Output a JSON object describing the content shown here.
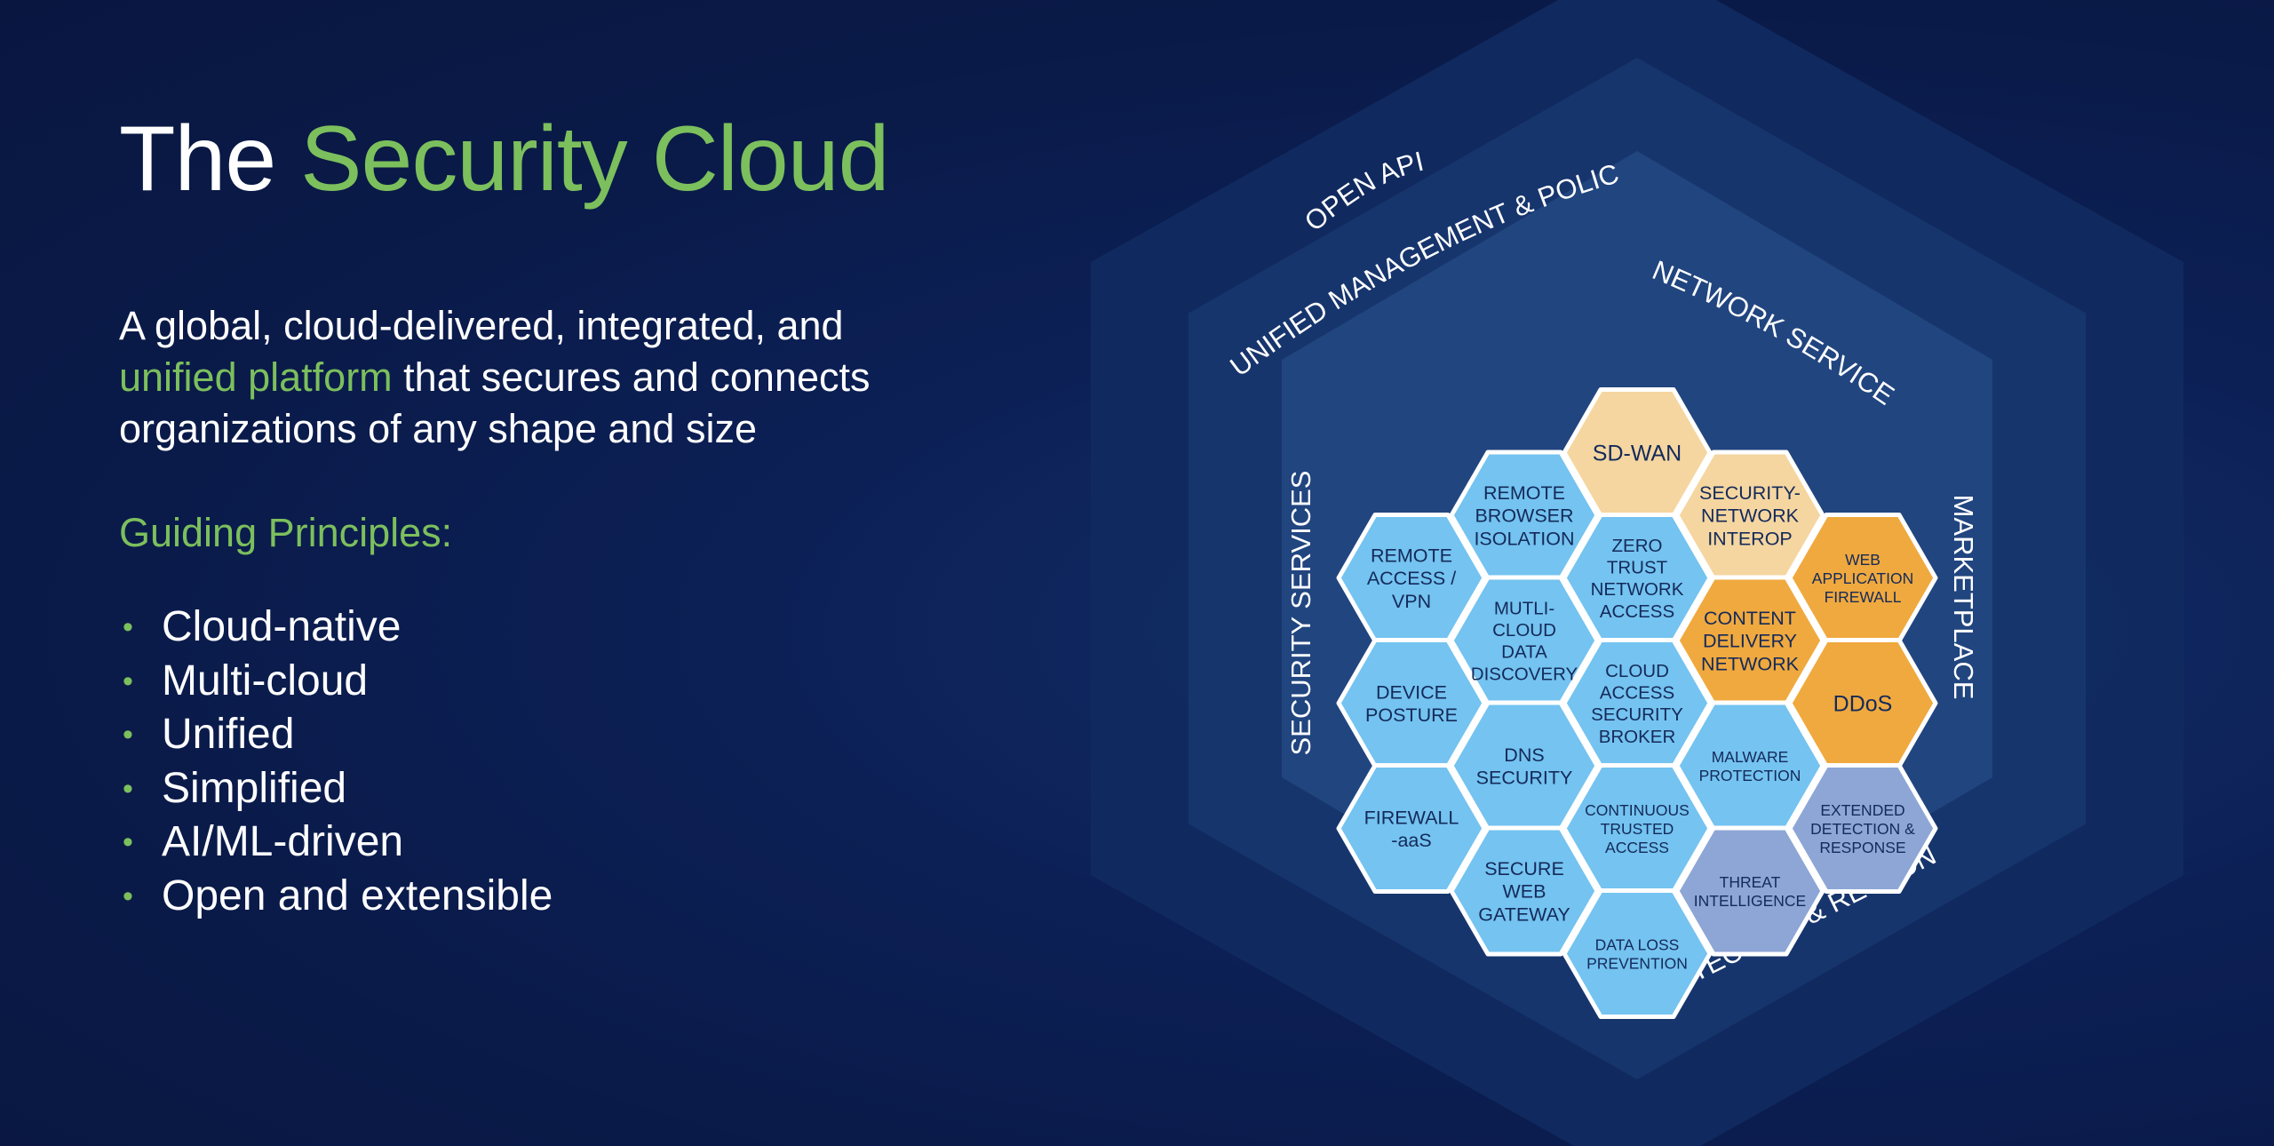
{
  "title": {
    "part1": "The",
    "part2": "Security Cloud"
  },
  "tagline": {
    "line1": "A global, cloud-delivered, integrated, and",
    "highlight": "unified platform",
    "line2_rest": " that secures and connects",
    "line3": "organizations of any shape and size"
  },
  "principles": {
    "heading": "Guiding Principles:",
    "items": [
      "Cloud-native",
      "Multi-cloud",
      "Unified",
      "Simplified",
      "AI/ML-driven",
      "Open and extensible"
    ]
  },
  "diagram": {
    "ring_labels": {
      "open_api": "OPEN API",
      "unified_management": "UNIFIED MANAGEMENT & POLICY",
      "network_services": "NETWORK SERVICES",
      "security_services": "SECURITY SERVICES",
      "marketplace": "MARKETPLACE",
      "detection_response": "DETECTION & RESPONSE"
    },
    "colors": {
      "light_blue": "#74c3f0",
      "tan": "#f5d6a0",
      "orange": "#f0a93e",
      "periwinkle": "#8da6d6",
      "hex_text": "#142a5a"
    },
    "hexes": [
      {
        "id": "sdwan",
        "lines": [
          "SD-WAN"
        ],
        "color": "tan",
        "col": 2,
        "row": -0.5
      },
      {
        "id": "remote-browser-isolation",
        "lines": [
          "REMOTE",
          "BROWSER",
          "ISOLATION"
        ],
        "color": "light_blue",
        "col": 1,
        "row": 0
      },
      {
        "id": "security-network-interop",
        "lines": [
          "SECURITY-",
          "NETWORK",
          "INTEROP"
        ],
        "color": "tan",
        "col": 3,
        "row": 0
      },
      {
        "id": "remote-access-vpn",
        "lines": [
          "REMOTE",
          "ACCESS /",
          "VPN"
        ],
        "color": "light_blue",
        "col": 0,
        "row": 0.5
      },
      {
        "id": "zero-trust-network-access",
        "lines": [
          "ZERO",
          "TRUST",
          "NETWORK",
          "ACCESS"
        ],
        "color": "light_blue",
        "col": 2,
        "row": 0.5
      },
      {
        "id": "web-application-firewall",
        "lines": [
          "WEB",
          "APPLICATION",
          "FIREWALL"
        ],
        "color": "orange",
        "col": 4,
        "row": 0.5
      },
      {
        "id": "multi-cloud-data-discovery",
        "lines": [
          "MUTLI-",
          "CLOUD",
          "DATA",
          "DISCOVERY"
        ],
        "color": "light_blue",
        "col": 1,
        "row": 1
      },
      {
        "id": "content-delivery-network",
        "lines": [
          "CONTENT",
          "DELIVERY",
          "NETWORK"
        ],
        "color": "orange",
        "col": 3,
        "row": 1
      },
      {
        "id": "device-posture",
        "lines": [
          "DEVICE",
          "POSTURE"
        ],
        "color": "light_blue",
        "col": 0,
        "row": 1.5
      },
      {
        "id": "cloud-access-security-broker",
        "lines": [
          "CLOUD",
          "ACCESS",
          "SECURITY",
          "BROKER"
        ],
        "color": "light_blue",
        "col": 2,
        "row": 1.5
      },
      {
        "id": "ddos",
        "lines": [
          "DDoS"
        ],
        "color": "orange",
        "col": 4,
        "row": 1.5
      },
      {
        "id": "dns-security",
        "lines": [
          "DNS",
          "SECURITY"
        ],
        "color": "light_blue",
        "col": 1,
        "row": 2
      },
      {
        "id": "malware-protection",
        "lines": [
          "MALWARE",
          "PROTECTION"
        ],
        "color": "light_blue",
        "col": 3,
        "row": 2
      },
      {
        "id": "firewall-aas",
        "lines": [
          "FIREWALL",
          "-aaS"
        ],
        "color": "light_blue",
        "col": 0,
        "row": 2.5
      },
      {
        "id": "continuous-trusted-access",
        "lines": [
          "CONTINUOUS",
          "TRUSTED",
          "ACCESS"
        ],
        "color": "light_blue",
        "col": 2,
        "row": 2.5
      },
      {
        "id": "extended-detection-response",
        "lines": [
          "EXTENDED",
          "DETECTION &",
          "RESPONSE"
        ],
        "color": "periwinkle",
        "col": 4,
        "row": 2.5
      },
      {
        "id": "secure-web-gateway",
        "lines": [
          "SECURE",
          "WEB",
          "GATEWAY"
        ],
        "color": "light_blue",
        "col": 1,
        "row": 3
      },
      {
        "id": "threat-intelligence",
        "lines": [
          "THREAT",
          "INTELLIGENCE"
        ],
        "color": "periwinkle",
        "col": 3,
        "row": 3
      },
      {
        "id": "data-loss-prevention",
        "lines": [
          "DATA LOSS",
          "PREVENTION"
        ],
        "color": "light_blue",
        "col": 2,
        "row": 3.5
      }
    ]
  }
}
